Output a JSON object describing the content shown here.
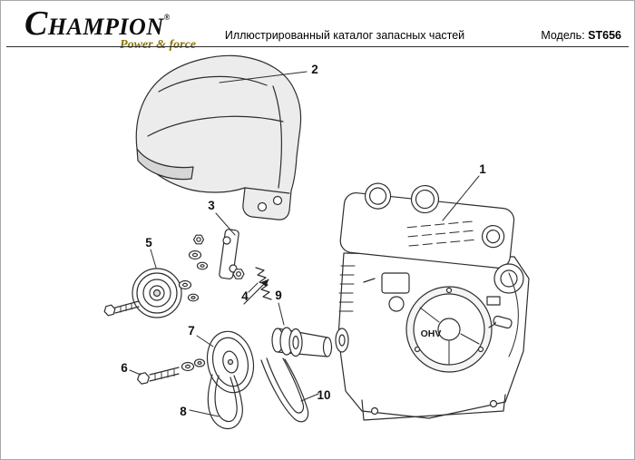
{
  "header": {
    "logo": {
      "brand": "CHAMPION",
      "registered_mark": "®",
      "tagline": "Power & force"
    },
    "subtitle": "Иллюстрированный каталог запасных частей",
    "model": {
      "label": "Модель:",
      "value": "ST656"
    }
  },
  "diagram": {
    "engine_badge": "OHV",
    "callouts": [
      {
        "number": "1"
      },
      {
        "number": "2"
      },
      {
        "number": "3"
      },
      {
        "number": "4"
      },
      {
        "number": "5"
      },
      {
        "number": "6"
      },
      {
        "number": "7"
      },
      {
        "number": "8"
      },
      {
        "number": "9"
      },
      {
        "number": "10"
      }
    ]
  },
  "colors": {
    "tagline_gold": "#8a7300",
    "line_ink": "#2e2e2e"
  }
}
